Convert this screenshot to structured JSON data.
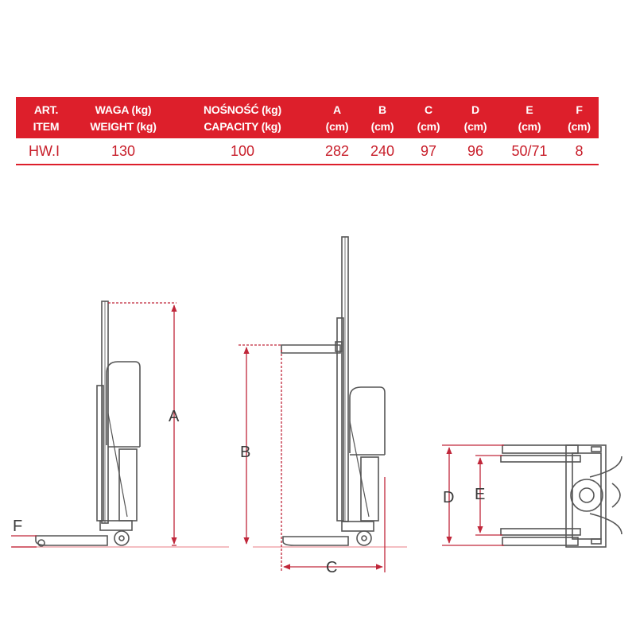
{
  "table": {
    "headers": [
      {
        "line1": "ART.",
        "line2": "ITEM"
      },
      {
        "line1": "WAGA (kg)",
        "line2": "WEIGHT (kg)"
      },
      {
        "line1": "NOŚNOŚĆ (kg)",
        "line2": "CAPACITY (kg)"
      },
      {
        "line1": "A",
        "line2": "(cm)"
      },
      {
        "line1": "B",
        "line2": "(cm)"
      },
      {
        "line1": "C",
        "line2": "(cm)"
      },
      {
        "line1": "D",
        "line2": "(cm)"
      },
      {
        "line1": "E",
        "line2": "(cm)"
      },
      {
        "line1": "F",
        "line2": "(cm)"
      }
    ],
    "row": [
      "HW.I",
      "130",
      "100",
      "282",
      "240",
      "97",
      "96",
      "50/71",
      "8"
    ]
  },
  "dimensions": {
    "a": "A",
    "b": "B",
    "c": "C",
    "d": "D",
    "e": "E",
    "f": "F"
  },
  "colors": {
    "accent": "#dd1f2b",
    "dimension_line": "#c0273a",
    "drawing": "#555555"
  }
}
